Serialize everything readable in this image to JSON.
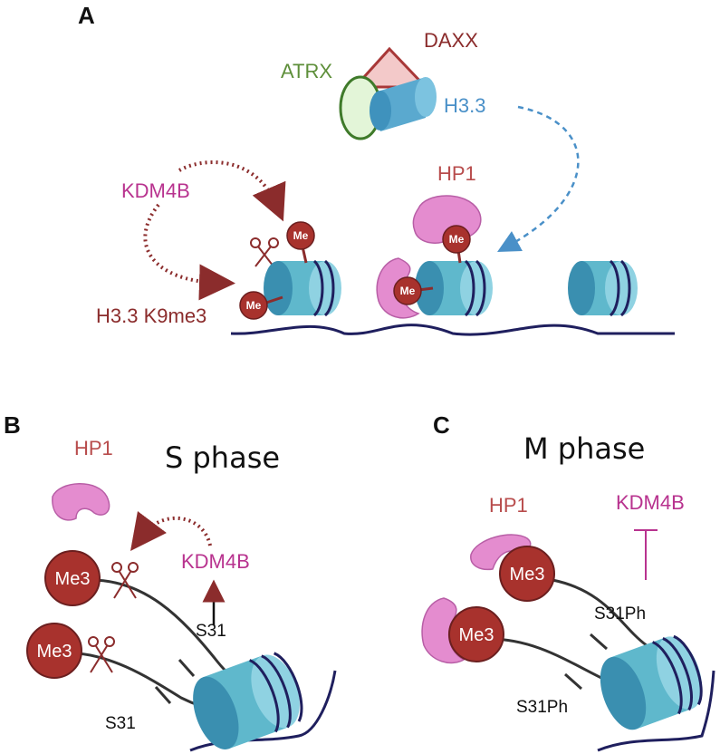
{
  "panels": {
    "a": {
      "letter": "A",
      "daxx": "DAXX",
      "atrx": "ATRX",
      "h33": "H3.3",
      "kdm4b": "KDM4B",
      "hp1": "HP1",
      "h33k9me3": "H3.3 K9me3",
      "me": "Me"
    },
    "b": {
      "letter": "B",
      "title": "S phase",
      "hp1": "HP1",
      "kdm4b": "KDM4B",
      "me3": "Me3",
      "site": "S31"
    },
    "c": {
      "letter": "C",
      "title": "M phase",
      "hp1": "HP1",
      "kdm4b": "KDM4B",
      "me3": "Me3",
      "site": "S31Ph"
    }
  },
  "colors": {
    "nucleosome": "#5fb8cc",
    "nucleosome_dark": "#3a8fb0",
    "dna": "#1f1f5e",
    "methyl": "#a8322d",
    "hp1": "#e48ccf",
    "atrx": "#6a9a3a",
    "daxx": "#8b2c2c",
    "h33": "#4a90c8",
    "kdm4b": "#b8338f",
    "arrow_dark": "#8b2c2c",
    "hp1_label": "#b84c4c"
  }
}
